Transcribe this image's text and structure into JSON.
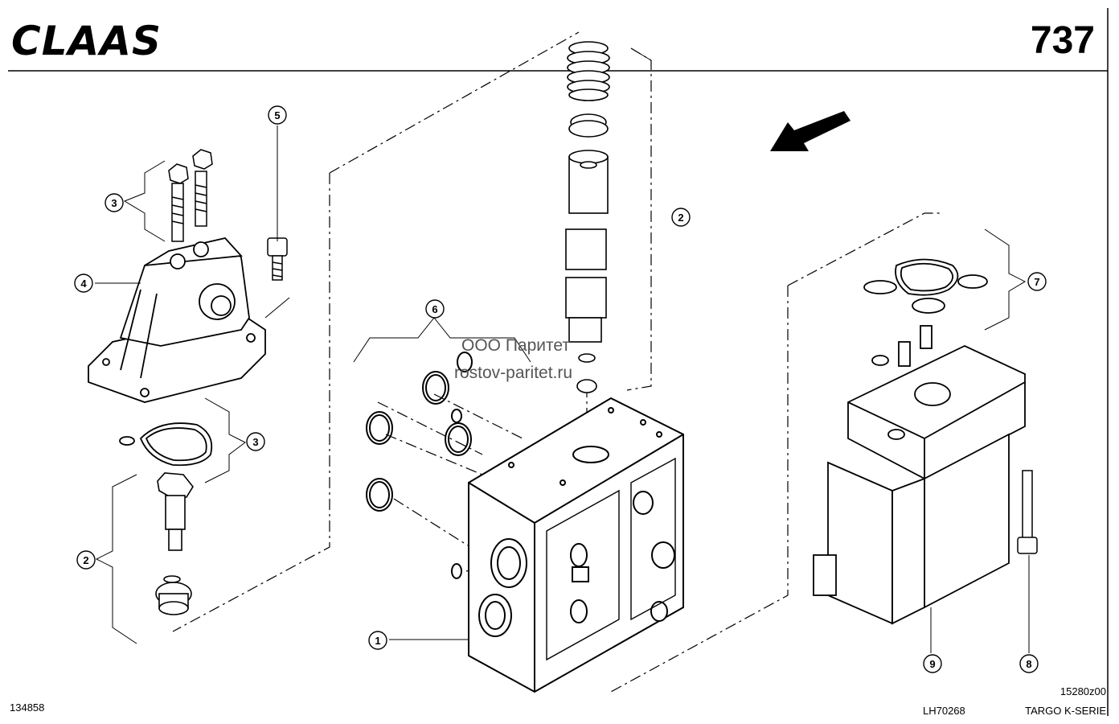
{
  "header": {
    "brand": "CLAAS",
    "page_number": "737"
  },
  "watermark": {
    "line1": "ООО Паритет",
    "line2": "rostov-paritet.ru"
  },
  "footer": {
    "left_code": "134858",
    "center_code": "LH70268",
    "right_code": "15280z00",
    "series": "TARGO K-SERIE"
  },
  "callouts": {
    "c1": "1",
    "c2_left": "2",
    "c2_center": "2",
    "c3_top": "3",
    "c3_mid": "3",
    "c4": "4",
    "c5": "5",
    "c6": "6",
    "c7": "7",
    "c8": "8",
    "c9": "9"
  },
  "icons": {
    "direction": "direction-arrow-icon"
  }
}
